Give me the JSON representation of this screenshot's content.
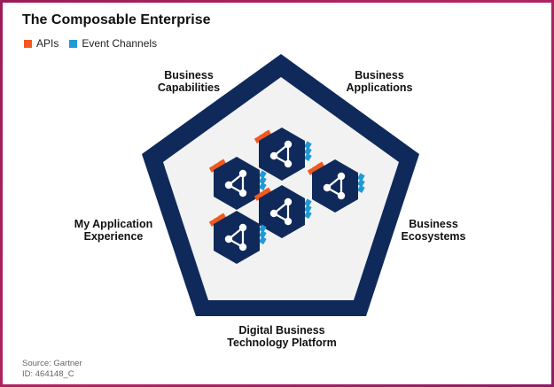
{
  "title": "The Composable Enterprise",
  "legend": {
    "apis": {
      "label": "APIs",
      "color": "#f0591f"
    },
    "events": {
      "label": "Event Channels",
      "color": "#1f9ad6"
    }
  },
  "labels": {
    "business_capabilities": [
      "Business",
      "Capabilities"
    ],
    "business_applications": [
      "Business",
      "Applications"
    ],
    "my_application_experience": [
      "My Application",
      "Experience"
    ],
    "business_ecosystems": [
      "Business",
      "Ecosystems"
    ],
    "digital_business_platform": [
      "Digital Business",
      "Technology Platform"
    ]
  },
  "source": {
    "line1": "Source: Gartner",
    "line2": "ID: 464148_C"
  },
  "colors": {
    "pentagon_border": "#0f2a5a",
    "pentagon_fill": "#f2f2f2",
    "hexagon": "#0f2a5a",
    "icon": "#ffffff"
  },
  "icons": {
    "module": "network-triangle-icon"
  }
}
